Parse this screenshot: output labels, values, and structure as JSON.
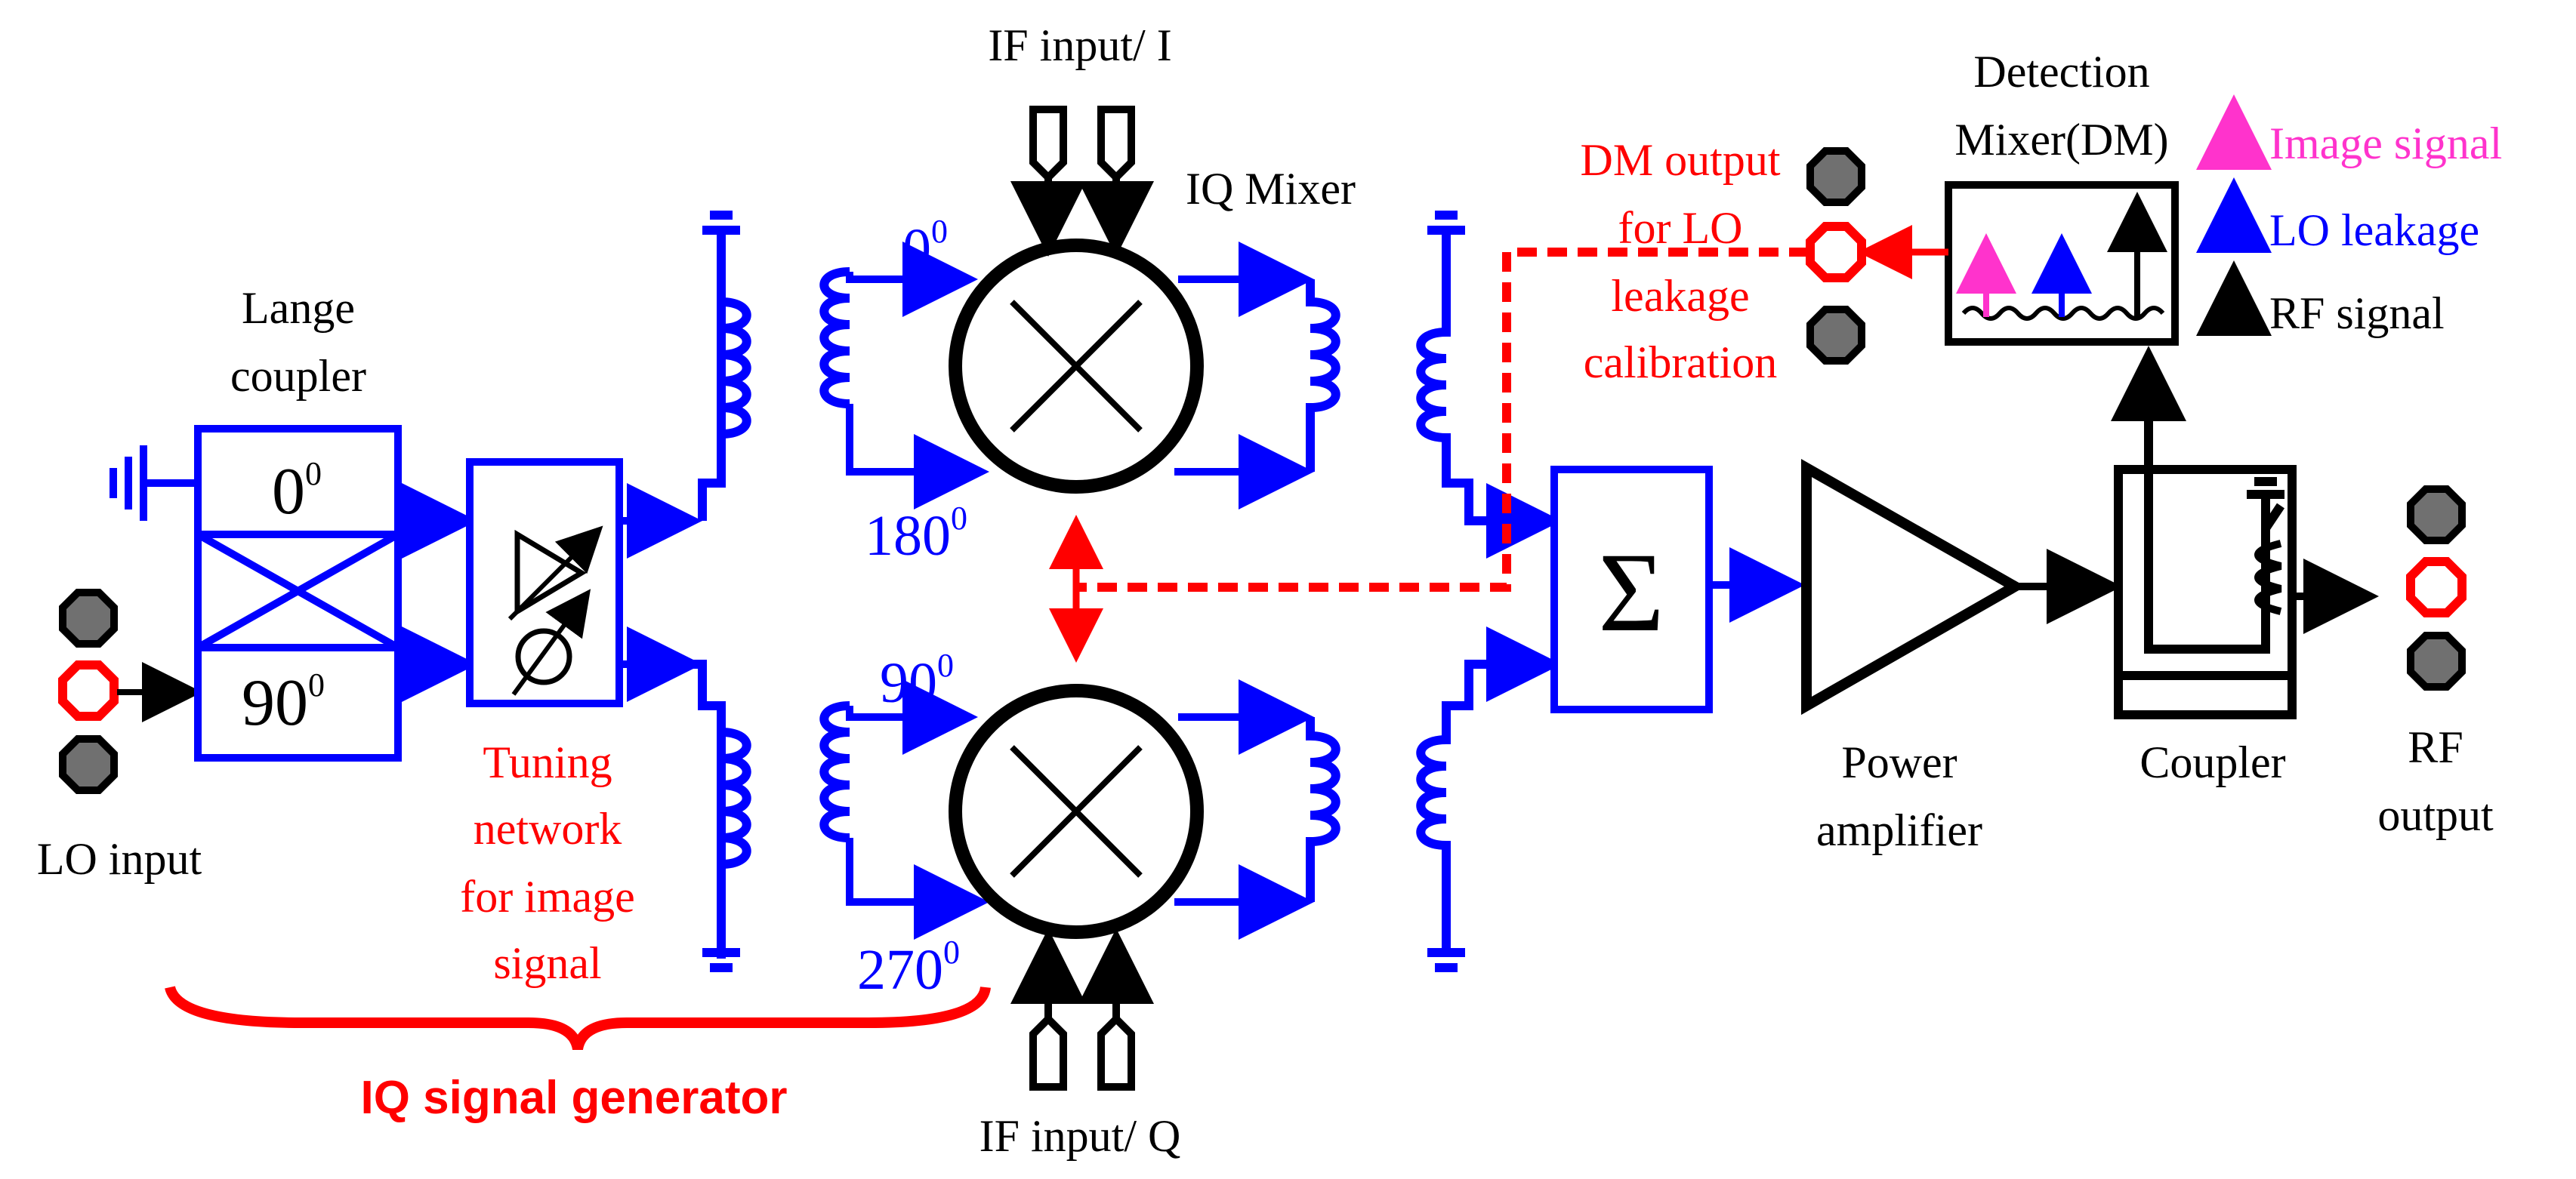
{
  "labels": {
    "if_input_i": "IF input/ I",
    "if_input_q": "IF input/ Q",
    "iq_mixer": "IQ Mixer",
    "lange_line1": "Lange",
    "lange_line2": "coupler",
    "lo_input": "LO input",
    "tuning_line1": "Tuning",
    "tuning_line2": "network",
    "tuning_line3": "for image",
    "tuning_line4": "signal",
    "iq_signal_generator": "IQ signal generator",
    "dm_out_line1": "DM output",
    "dm_out_line2": "for LO",
    "dm_out_line3": "leakage",
    "dm_out_line4": "calibration",
    "detection_line1": "Detection",
    "detection_line2": "Mixer(DM)",
    "legend_image": "Image signal",
    "legend_lo": "LO leakage",
    "legend_rf": "RF signal",
    "sum_symbol": "Σ",
    "power_line1": "Power",
    "power_line2": "amplifier",
    "coupler": "Coupler",
    "rf_out_line1": "RF",
    "rf_out_line2": "output",
    "phase_0_top": "0",
    "phase_180": "180",
    "phase_90": "90",
    "phase_270": "270",
    "phase_sup": "0",
    "lange_0": "0",
    "lange_90": "90",
    "lange_sup": "0"
  },
  "colors": {
    "blue": "#0000ff",
    "red": "#ff0000",
    "pink": "#ff33cc",
    "black": "#000000",
    "pad_gray": "#707070"
  }
}
